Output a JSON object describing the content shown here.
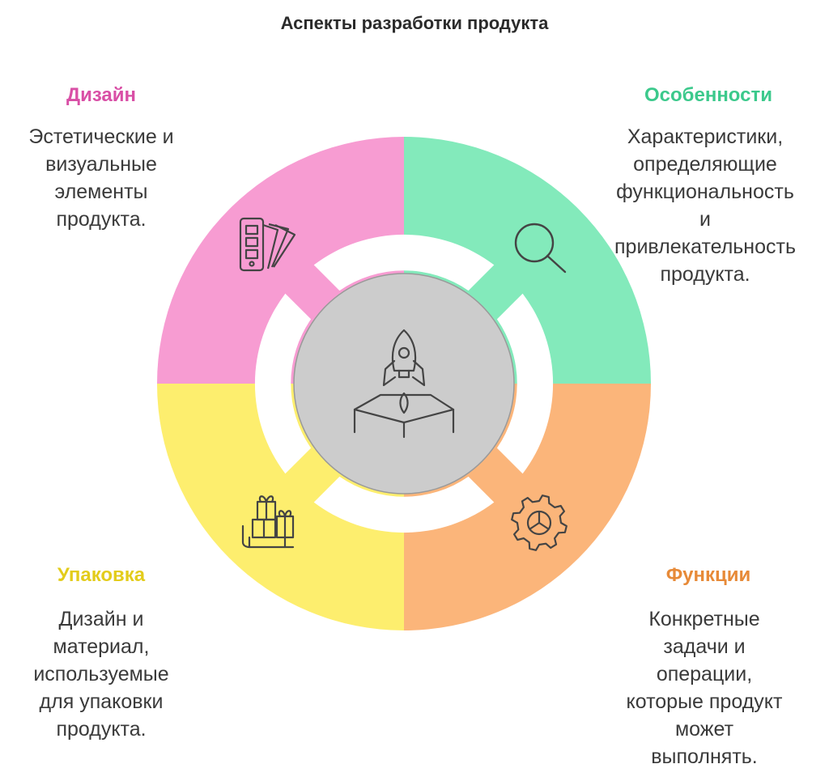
{
  "title": "Аспекты разработки продукта",
  "sections": {
    "design": {
      "label": "Дизайн",
      "desc": "Эстетические и\nвизуальные\nэлементы\nпродукта.",
      "color": "#f79cd2",
      "label_color": "#d94fa6",
      "icon": "swatch-palette-icon"
    },
    "features": {
      "label": "Особенности",
      "desc": "Характеристики,\nопределяющие\nфункциональность\nи\nпривлекательность\nпродукта.",
      "color": "#83eabb",
      "label_color": "#3cc98c",
      "icon": "magnifier-icon"
    },
    "packaging": {
      "label": "Упаковка",
      "desc": "Дизайн и\nматериал,\nиспользуемые\nдля упаковки\nпродукта.",
      "color": "#fdee6e",
      "label_color": "#e3cc1b",
      "icon": "gift-sled-icon"
    },
    "functions": {
      "label": "Функции",
      "desc": "Конкретные\nзадачи и\nоперации,\nкоторые продукт\nможет\nвыполнять.",
      "color": "#fbb57a",
      "label_color": "#e78a38",
      "icon": "gear-icon"
    }
  },
  "center": {
    "color": "#cccccc",
    "icon": "rocket-launch-icon"
  }
}
